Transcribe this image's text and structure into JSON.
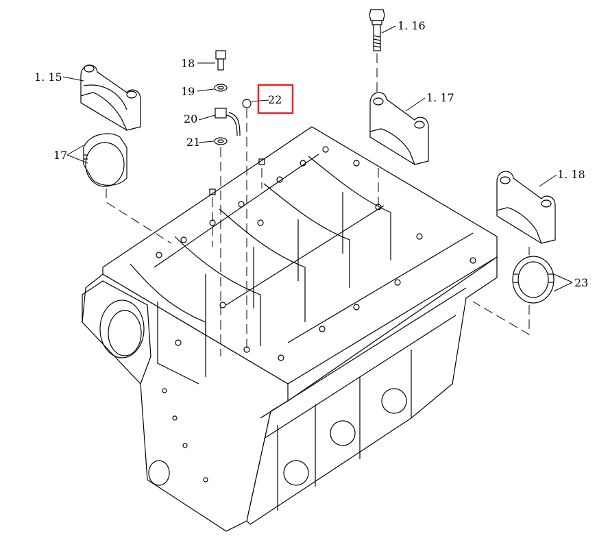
{
  "diagram": {
    "callouts": [
      {
        "id": "c115",
        "text": "1. 15"
      },
      {
        "id": "c116",
        "text": "1. 16"
      },
      {
        "id": "c117",
        "text": "1. 17"
      },
      {
        "id": "c118",
        "text": "1. 18"
      },
      {
        "id": "c17",
        "text": "17"
      },
      {
        "id": "c18",
        "text": "18"
      },
      {
        "id": "c19",
        "text": "19"
      },
      {
        "id": "c20",
        "text": "20"
      },
      {
        "id": "c21",
        "text": "21"
      },
      {
        "id": "c22",
        "text": "22"
      },
      {
        "id": "c23",
        "text": "23"
      }
    ],
    "highlight": {
      "callout": "22",
      "color": "#e0262b"
    }
  }
}
